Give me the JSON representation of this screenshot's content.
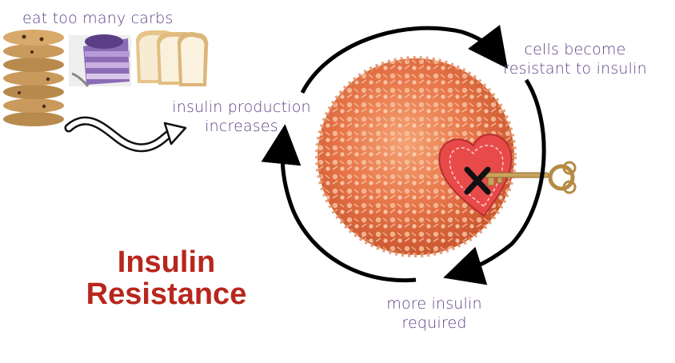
{
  "labels": {
    "eat_carbs": "eat too many carbs",
    "insulin_production": [
      "insulin production",
      "increases"
    ],
    "cells_resistant": [
      "cells become",
      "resistant to insulin"
    ],
    "more_insulin": [
      "more insulin",
      "required"
    ]
  },
  "title": [
    "Insulin",
    "Resistance"
  ],
  "colors": {
    "label": "#5a3f86",
    "title": "#b8261c",
    "cell": "#e2723e",
    "heart": "#e84a4a",
    "arrow": "#000000"
  },
  "icons": [
    "cookie-stack-image",
    "cake-slice-image",
    "bread-slices-image",
    "wavy-arrow-icon",
    "cell-image",
    "heart-lock-icon",
    "key-icon",
    "x-mark-icon"
  ]
}
